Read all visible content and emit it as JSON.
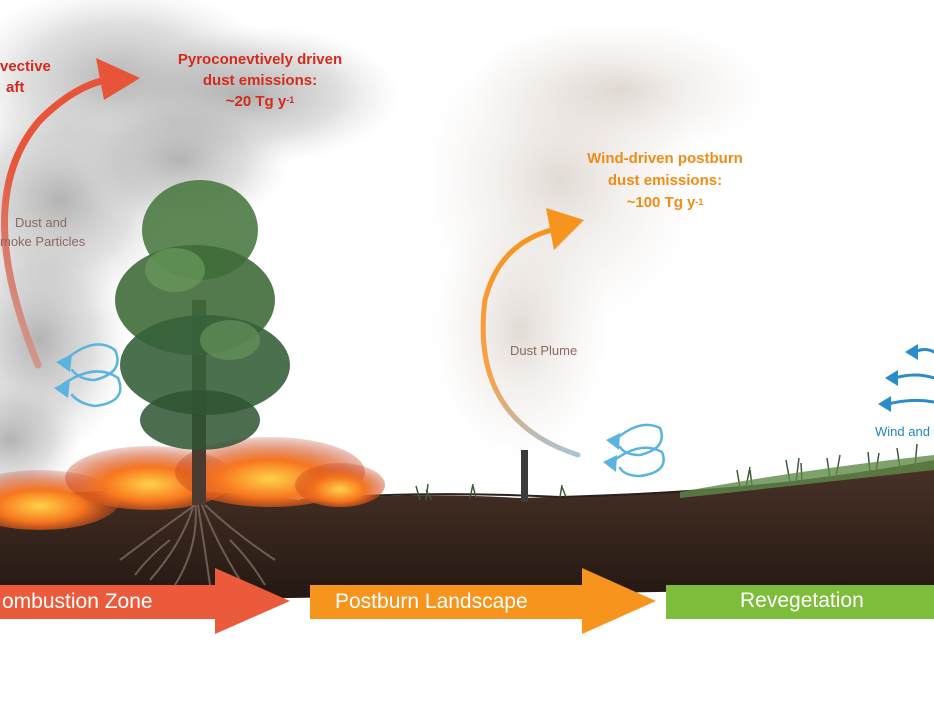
{
  "labels": {
    "convective_updraft_line1": "vective",
    "convective_updraft_line2": "aft",
    "pyro_title_line1": "Pyroconevtively driven",
    "pyro_title_line2": "dust emissions:",
    "pyro_value": "~20 Tg y",
    "pyro_exp": "-1",
    "dust_smoke_line1": "Dust and",
    "dust_smoke_line2": "moke Particles",
    "wind_title_line1": "Wind-driven postburn",
    "wind_title_line2": "dust emissions:",
    "wind_value": "~100 Tg y",
    "wind_exp": "-1",
    "dust_plume": "Dust Plume",
    "wind_right": "Wind and"
  },
  "stages": [
    {
      "label": "ombustion Zone",
      "color": "#ec5a3c"
    },
    {
      "label": "Postburn Landscape",
      "color": "#f7941d"
    },
    {
      "label": "Revegetation",
      "color": "#7dbd3b"
    }
  ],
  "colors": {
    "red_arrow": "#e8543a",
    "orange_arrow": "#f7941d",
    "wind_blue": "#5bb4de",
    "soil": "#3a2a22",
    "fire": "#f26b1d",
    "tree": "#3f6b3a"
  },
  "icons": [
    "smoke-cloud",
    "tree",
    "fire",
    "roots",
    "dust-plume",
    "wind-swirl",
    "wind-arrows",
    "grass",
    "snag"
  ]
}
